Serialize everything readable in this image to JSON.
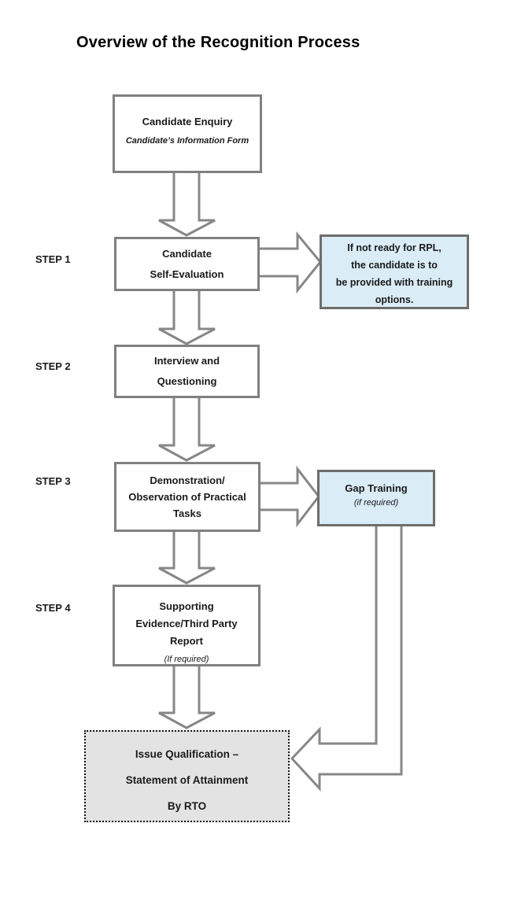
{
  "title": "Overview of the Recognition Process",
  "step_labels": [
    "STEP 1",
    "STEP 2",
    "STEP 3",
    "STEP 4"
  ],
  "nodes": {
    "candidate_enquiry": {
      "title": "Candidate Enquiry",
      "subtitle": "Candidate’s Information Form"
    },
    "self_evaluation": {
      "line1": "Candidate",
      "line2": "Self-Evaluation"
    },
    "training_options": {
      "line1": "If not ready for RPL,",
      "line2": "the candidate is to",
      "line3": "be provided with training",
      "line4": "options."
    },
    "interview": {
      "line1": "Interview and",
      "line2": "Questioning"
    },
    "demonstration": {
      "line1": "Demonstration/",
      "line2": "Observation of Practical",
      "line3": "Tasks"
    },
    "gap_training": {
      "title": "Gap Training",
      "note": "(if required)"
    },
    "supporting_evidence": {
      "line1": "Supporting",
      "line2": "Evidence/Third Party",
      "line3": "Report",
      "note": "(If required)"
    },
    "issue_qualification": {
      "line1": "Issue Qualification –",
      "line2": "Statement of Attainment",
      "line3": "By RTO"
    }
  },
  "colors": {
    "white_box_border": "#808080",
    "blue_box_border": "#6d6d6d",
    "blue_box_fill": "#daecf6",
    "final_box_fill": "#e3e3e3",
    "final_box_border": "#141414",
    "arrow_outline": "#878787",
    "arrow_fill": "#ffffff",
    "text": "#1a1a1a"
  }
}
